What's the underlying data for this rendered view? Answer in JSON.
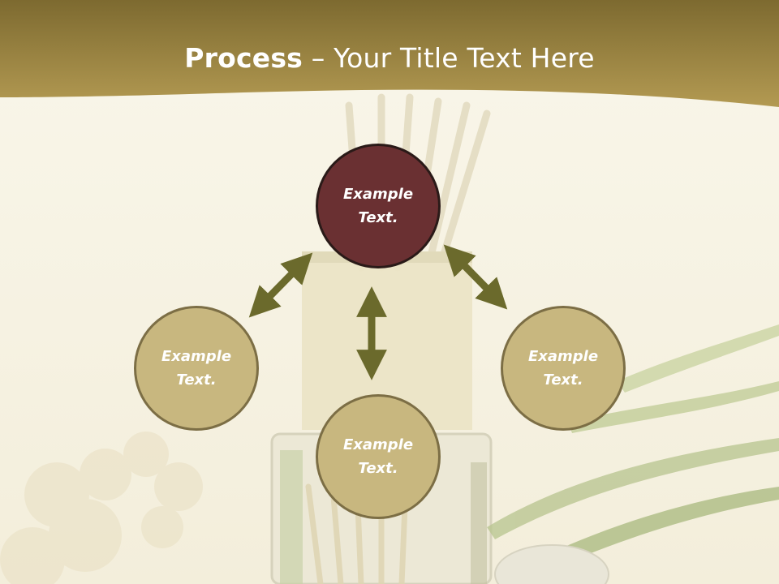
{
  "slide": {
    "title_strong": "Process",
    "title_rest": " – Your Title Text Here"
  },
  "nodes": {
    "top": {
      "text": "Example Text."
    },
    "left": {
      "text": "Example Text."
    },
    "right": {
      "text": "Example Text."
    },
    "bottom": {
      "text": "Example Text."
    }
  },
  "colors": {
    "header": "#a88f47",
    "accent_node": "#6a3032",
    "node_fill": "#c8b77f",
    "arrow": "#6b6a2c"
  }
}
